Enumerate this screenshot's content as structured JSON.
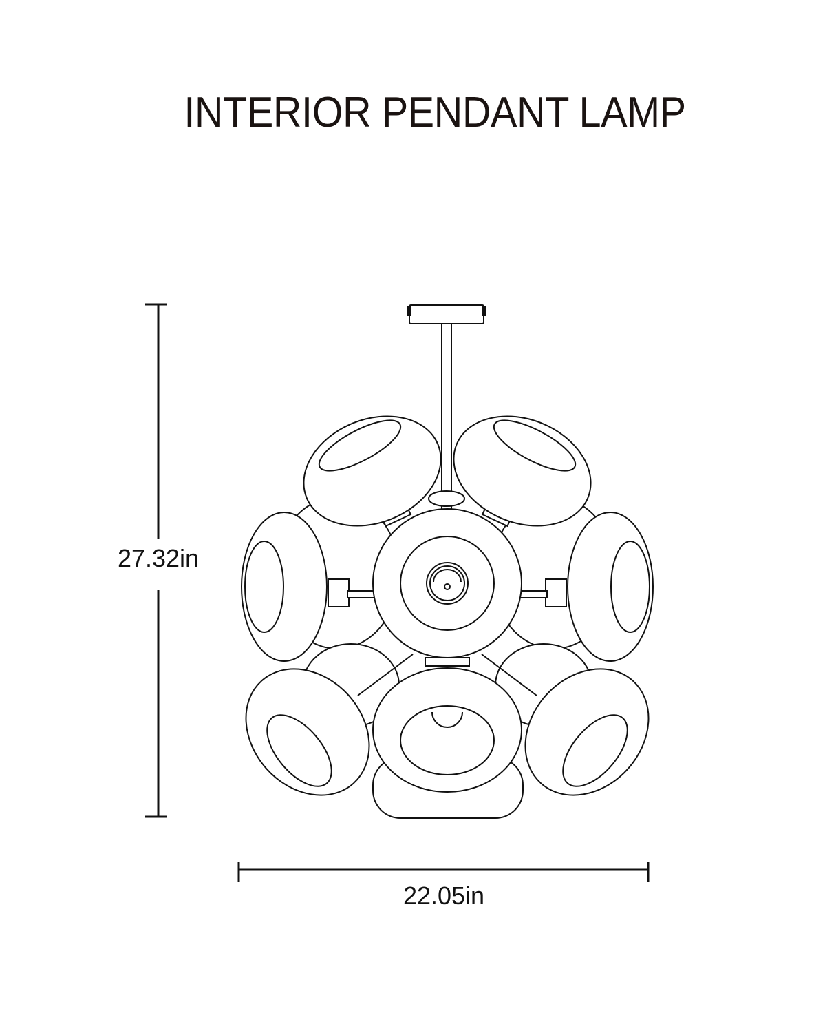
{
  "diagram": {
    "title": "INTERIOR PENDANT LAMP",
    "dimensions": {
      "height": {
        "label": "27.32in",
        "value": 27.32,
        "unit": "in"
      },
      "width": {
        "label": "22.05in",
        "value": 22.05,
        "unit": "in"
      }
    },
    "colors": {
      "line": "#111111",
      "title": "#1a1311",
      "background": "#ffffff"
    }
  }
}
